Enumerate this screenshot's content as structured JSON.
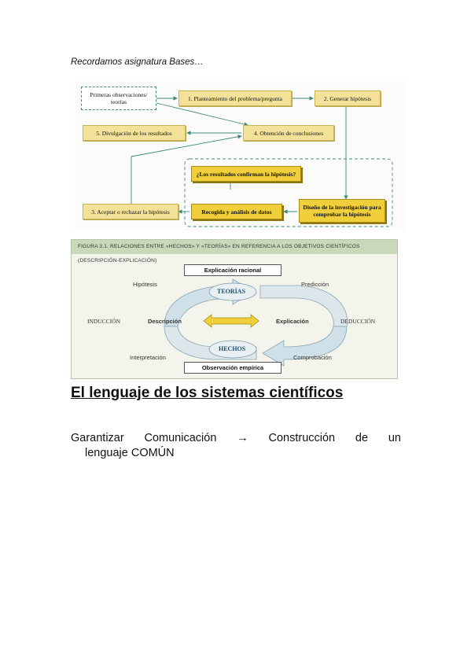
{
  "intro": "Recordamos asignatura Bases…",
  "figure1": {
    "first_obs": "Primeras observaciones/ teorías",
    "step1": "1. Planteamiento del problema/pregunta",
    "step2": "2. Generar hipótesis",
    "step5": "5. Divulgación de los resultados",
    "step4": "4. Obtención de conclusiones",
    "question": "¿Los resultados confirman la hipótesis?",
    "step3": "3. Aceptar o rechazar la hipótesis",
    "data": "Recogida y análisis de datos",
    "design": "Diseño de la investigación para comprobar la hipótesis",
    "colors": {
      "yellow": "#f4e29a",
      "yellow_strong": "#f0cf3b",
      "arrow": "#3f8a7a"
    }
  },
  "figure2": {
    "caption": "FIGURA 3.1. RELACIONES ENTRE «HECHOS» Y «TEORÍAS» EN REFERENCIA A LOS OBJETIVOS CIENTÍFICOS (DESCRIPCIÓN-EXPLICACIÓN)",
    "top_box": "Explicación racional",
    "bottom_box": "Observación empírica",
    "teorias": "TEORÍAS",
    "hechos": "HECHOS",
    "hipotesis": "Hipótesis",
    "prediccion": "Predicción",
    "interpretacion": "Interpretación",
    "comprobacion": "Comprobación",
    "induccion": "INDUCCIÓN",
    "deduccion": "DEDUCCIÓN",
    "descripcion": "Descripción",
    "explicacion": "Explicación"
  },
  "heading": "El lenguaje de los sistemas científicos",
  "paragraph": {
    "w1": "Garantizar",
    "w2": "Comunicación",
    "arrow": "→",
    "w3": "Construcción",
    "w4": "de",
    "w5": "un",
    "line2": "lenguaje COMÚN"
  }
}
